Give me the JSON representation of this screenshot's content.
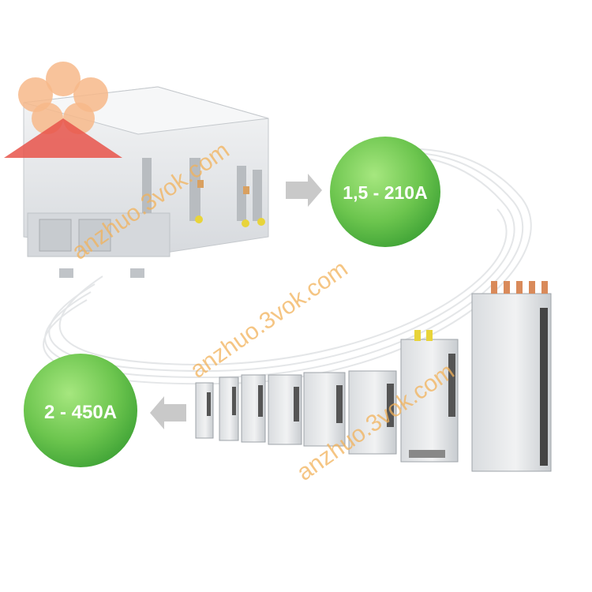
{
  "badges": {
    "top": {
      "label": "1,5 - 210A"
    },
    "bottom": {
      "label": "2 - 450A"
    }
  },
  "watermark": {
    "text": "anzhuo.3vok.com"
  },
  "colors": {
    "badge_green_light": "#8fdc6a",
    "badge_green_dark": "#3fae38",
    "arrow_gray": "#c9c9c9",
    "watermark": "#f2b15a",
    "logo_petal": "#f7b98a",
    "logo_roof": "#e8534a",
    "housing": "#e6e8ea"
  }
}
